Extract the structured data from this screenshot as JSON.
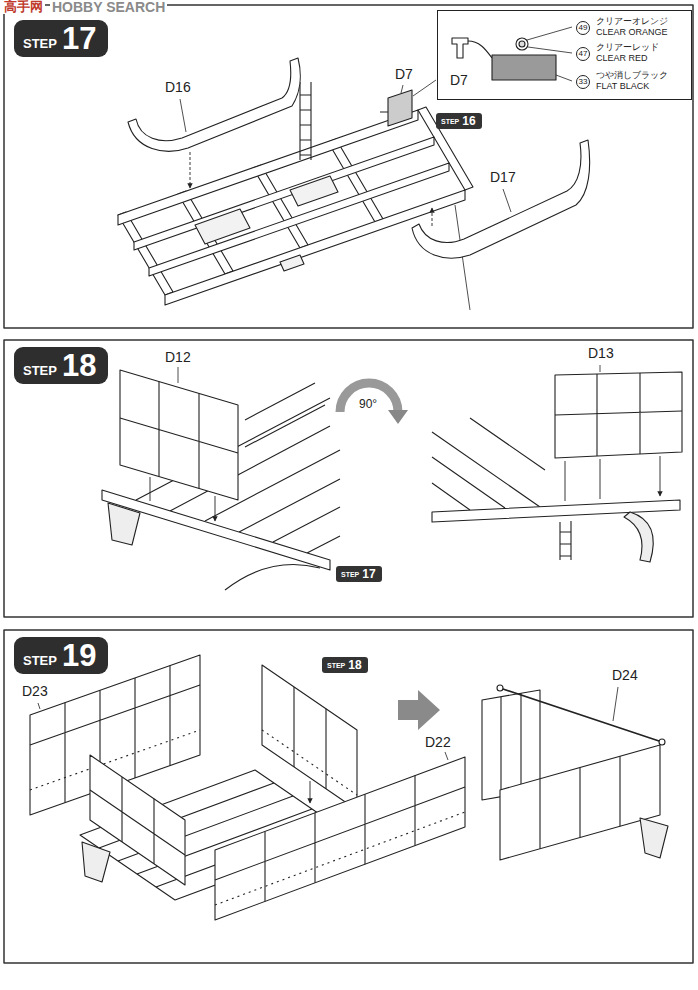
{
  "diagram": {
    "nodes": [
      {
        "text": [
          "STEP",
          "17"
        ]
      },
      {
        "text": [
          "D7",
          "49",
          "クリアーオレンジ CLEAR ORANGE",
          "47",
          "クリアーレッド CLEAR RED",
          "33",
          "つや消しブラック FLAT BLACK"
        ]
      },
      {
        "text": [
          "STEP",
          "16"
        ]
      },
      {
        "text": [
          "STEP",
          "18"
        ]
      },
      {
        "text": [
          "STEP",
          "17"
        ]
      },
      {
        "text": [
          "STEP",
          "19"
        ]
      },
      {
        "text": [
          "STEP",
          "18"
        ]
      }
    ],
    "labels": [
      "高手网",
      "HOBBY SEARCH",
      "D16",
      "D7",
      "D17",
      "D12",
      "90°",
      "D13",
      "D23",
      "D22",
      "D24"
    ]
  }
}
